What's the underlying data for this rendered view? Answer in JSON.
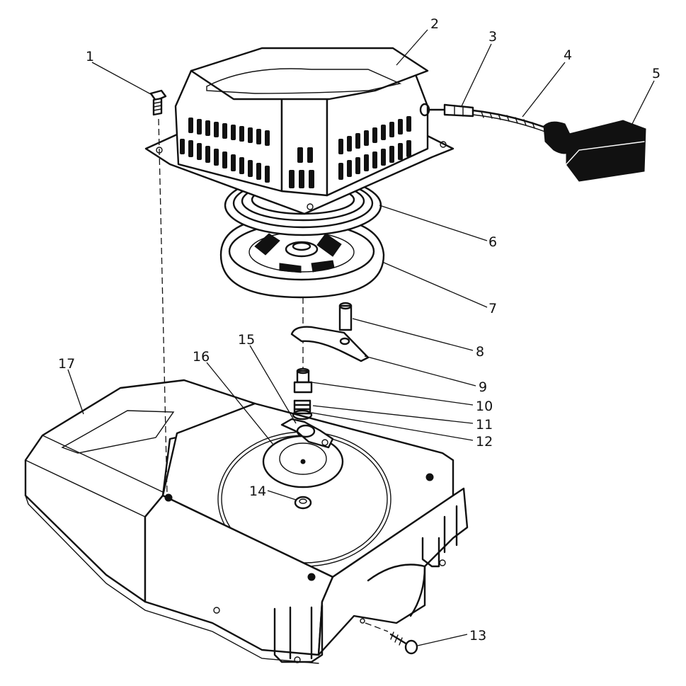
{
  "diagram": {
    "callouts": [
      "1",
      "2",
      "3",
      "4",
      "5",
      "6",
      "7",
      "8",
      "9",
      "10",
      "11",
      "12",
      "13",
      "14",
      "15",
      "16",
      "17"
    ],
    "parts": [
      "flange-bolt",
      "recoil-housing",
      "rope-ferrule",
      "starter-rope",
      "starter-handle",
      "recoil-spring",
      "rope-pulley",
      "pawl-pin",
      "pawl",
      "center-bolt",
      "spring-washer",
      "friction-plate",
      "side-screw",
      "flange-nut",
      "pawl-retainer",
      "starter-cup",
      "blower-housing"
    ]
  }
}
